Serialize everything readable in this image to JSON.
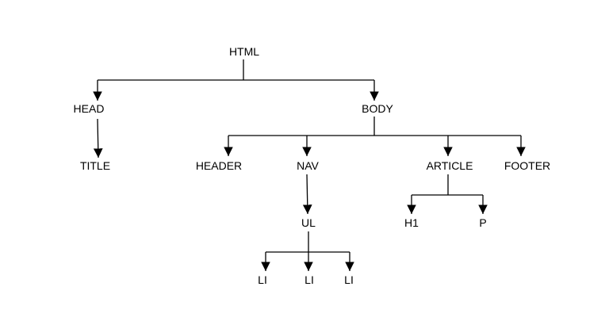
{
  "diagram": {
    "title": "HTML DOM tree",
    "nodes": {
      "html": "HTML",
      "head": "HEAD",
      "body": "BODY",
      "title": "TITLE",
      "header": "HEADER",
      "nav": "NAV",
      "article": "ARTICLE",
      "footer": "FOOTER",
      "ul": "UL",
      "h1": "H1",
      "p": "P",
      "li1": "LI",
      "li2": "LI",
      "li3": "LI"
    },
    "edges": [
      [
        "html",
        "head"
      ],
      [
        "html",
        "body"
      ],
      [
        "head",
        "title"
      ],
      [
        "body",
        "header"
      ],
      [
        "body",
        "nav"
      ],
      [
        "body",
        "article"
      ],
      [
        "body",
        "footer"
      ],
      [
        "nav",
        "ul"
      ],
      [
        "article",
        "h1"
      ],
      [
        "article",
        "p"
      ],
      [
        "ul",
        "li1"
      ],
      [
        "ul",
        "li2"
      ],
      [
        "ul",
        "li3"
      ]
    ],
    "line_color": "#000000"
  }
}
